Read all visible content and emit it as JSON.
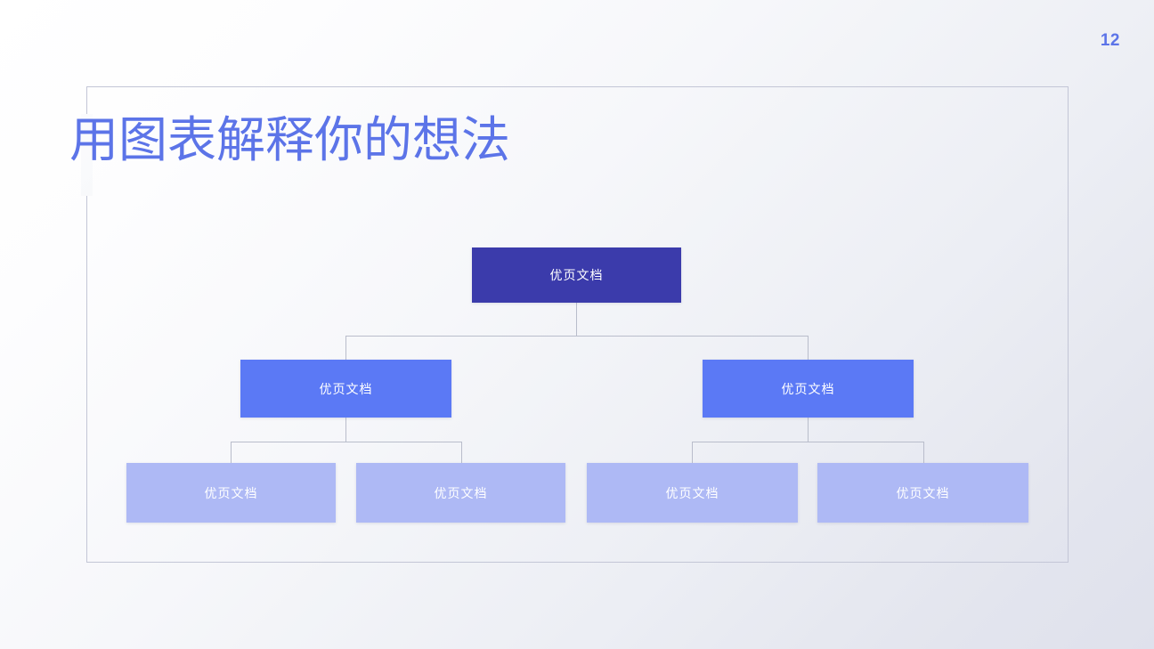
{
  "slide": {
    "page_number": "12",
    "title": "用图表解释你的想法",
    "background_from": "#ffffff",
    "background_to": "#dfe1ec",
    "accent_color": "#5c74e8",
    "frame_border_color": "#c3c6d6",
    "connector_color": "#b9bdcb"
  },
  "diagram": {
    "type": "org-chart",
    "levels": 3,
    "level_colors": {
      "level_1": "#3b3bab",
      "level_2": "#5b79f5",
      "level_3": "#aeb9f5"
    },
    "nodes": {
      "root": {
        "label": "优页文档",
        "level": 1
      },
      "branch_1": {
        "label": "优页文档",
        "level": 2
      },
      "branch_2": {
        "label": "优页文档",
        "level": 2
      },
      "leaf_1": {
        "label": "优页文档",
        "level": 3
      },
      "leaf_2": {
        "label": "优页文档",
        "level": 3
      },
      "leaf_3": {
        "label": "优页文档",
        "level": 3
      },
      "leaf_4": {
        "label": "优页文档",
        "level": 3
      }
    }
  }
}
